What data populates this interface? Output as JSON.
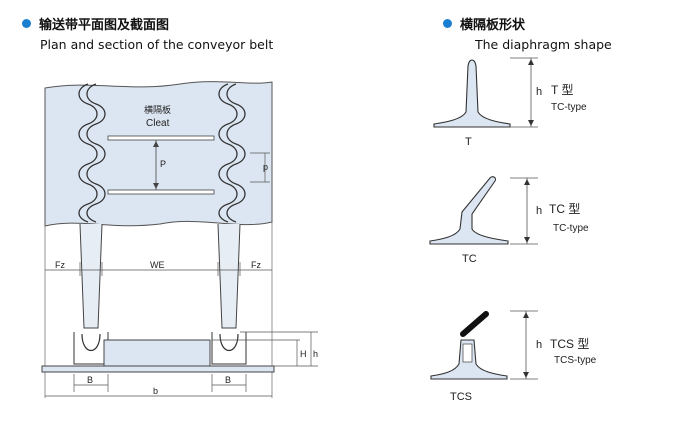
{
  "left_section": {
    "title_cn": "输送带平面图及截面图",
    "title_en": "Plan and section of the conveyor belt",
    "cleat_cn": "横隔板",
    "cleat_en": "Cleat",
    "labels": {
      "p": "P",
      "p_small": "p",
      "fz_left": "Fz",
      "we": "WE",
      "fz_right": "Fz",
      "h_upper": "H",
      "h_lower": "h",
      "b_left": "B",
      "b_right": "B",
      "b_small": "b"
    }
  },
  "right_section": {
    "title_cn": "横隔板形状",
    "title_en": "The diaphragm shape",
    "shapes": [
      {
        "h": "h",
        "type_cn": "T 型",
        "type_en": "TC-type",
        "symbol": "T"
      },
      {
        "h": "h",
        "type_cn": "TC 型",
        "type_en": "TC-type",
        "symbol": "TC"
      },
      {
        "h": "h",
        "type_cn": "TCS 型",
        "type_en": "TCS-type",
        "symbol": "TCS"
      }
    ]
  },
  "colors": {
    "belt_fill": "#dce6f2",
    "line": "#3a3a3a",
    "accent": "#1a7fd0"
  }
}
